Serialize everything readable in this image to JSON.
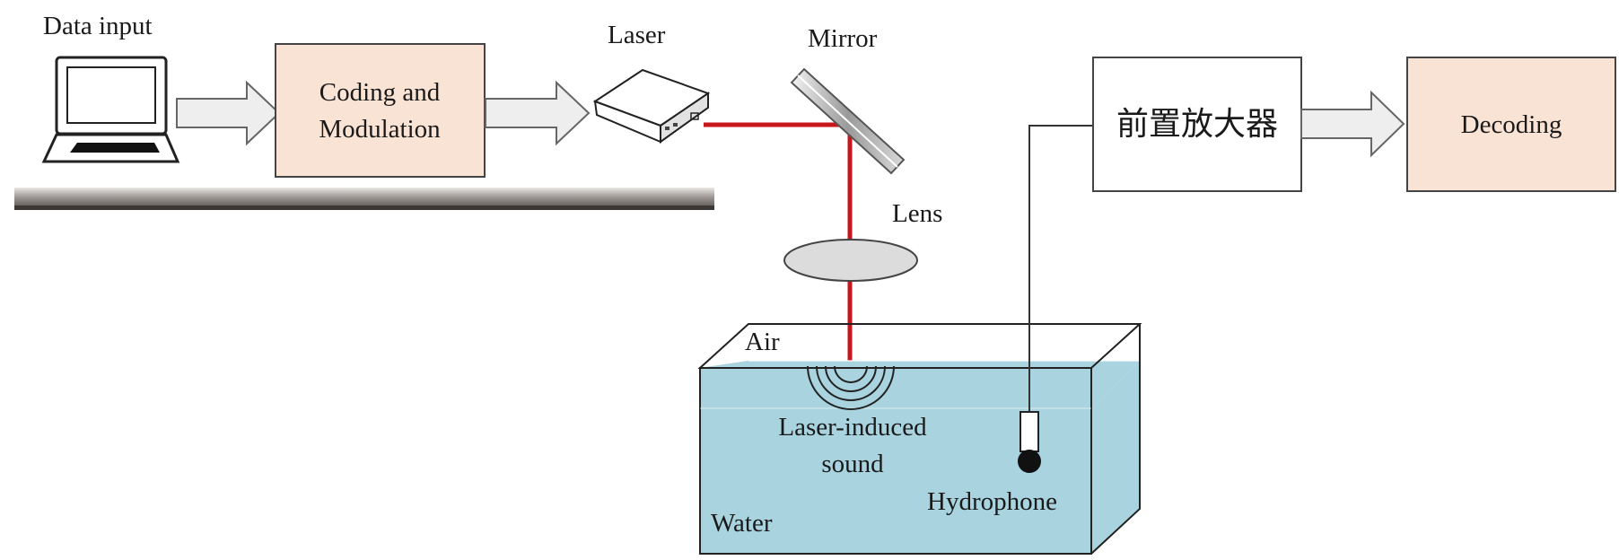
{
  "diagram": {
    "labels": {
      "data_input": "Data input",
      "coding": "Coding and",
      "modulation": "Modulation",
      "laser": "Laser",
      "mirror": "Mirror",
      "lens": "Lens",
      "preamp": "前置放大器",
      "decoding": "Decoding",
      "air": "Air",
      "laser_induced": "Laser-induced",
      "sound": "sound",
      "hydrophone": "Hydrophone",
      "water": "Water"
    },
    "colors": {
      "process_box": "#f9e3d4",
      "laser_beam": "#c8161d",
      "water": "#a8d3df",
      "arrow_fill": "#eeeeee",
      "outline": "#333333"
    },
    "icons": [
      "laptop-icon",
      "laser-device-icon",
      "mirror-icon",
      "lens-icon",
      "hydrophone-icon",
      "sound-wave-icon"
    ]
  }
}
